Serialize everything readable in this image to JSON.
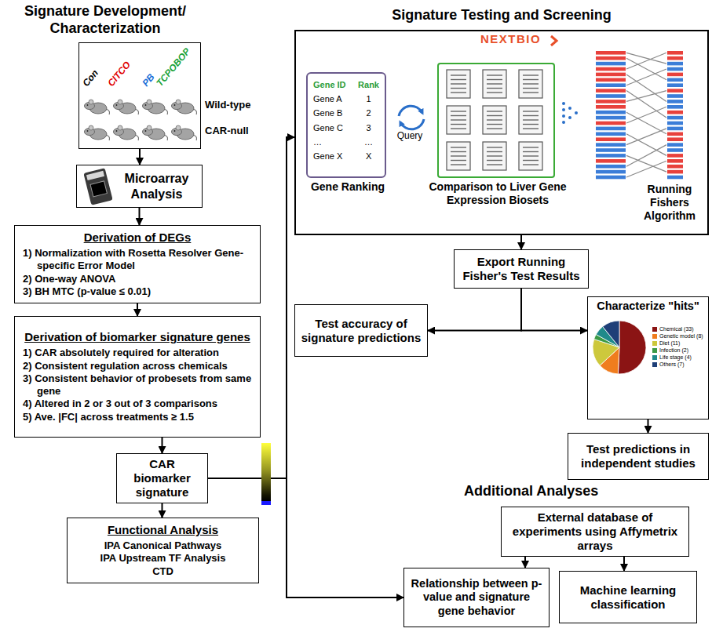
{
  "diagram": {
    "nodes": [
      {
        "text": [
          "Signature Development/ Characterization",
          "Con",
          "CITCO",
          "PB",
          "TCPOBOP",
          "Wild-type",
          "CAR-null"
        ]
      },
      {
        "text": [
          "Microarray Analysis"
        ]
      },
      {
        "text": [
          "Derivation of DEGs",
          "1) Normalization with Rosetta Resolver Gene-specific Error Model",
          "2) One-way ANOVA",
          "3) BH MTC (p-value ≤ 0.01)"
        ]
      },
      {
        "text": [
          "Derivation of biomarker signature genes",
          "1) CAR absolutely required for alteration",
          "2) Consistent regulation across chemicals",
          "3) Consistent behavior of probesets from same gene",
          "4) Altered in 2 or 3 out of 3 comparisons",
          "5) Ave. |FC| across treatments ≥ 1.5"
        ]
      },
      {
        "text": [
          "CAR biomarker signature"
        ]
      },
      {
        "text": [
          "Functional Analysis",
          "IPA Canonical Pathways",
          "IPA Upstream TF Analysis",
          "CTD"
        ]
      },
      {
        "text": [
          "Signature Testing and Screening"
        ]
      },
      {
        "text": [
          "Gene ID",
          "Rank",
          "Gene A",
          "1",
          "Gene B",
          "2",
          "Gene C",
          "3",
          "…",
          "…",
          "Gene X",
          "X",
          "Gene Ranking"
        ],
        "in": 6
      },
      {
        "text": [
          "Comparison to Liver Gene Expression Biosets"
        ],
        "in": 6
      },
      {
        "text": [
          "Export Running Fisher's Test Results"
        ]
      },
      {
        "text": [
          "Test accuracy of signature predictions"
        ]
      },
      {
        "text": [
          "Characterize \"hits\""
        ]
      },
      {
        "text": [
          "Test predictions in independent studies"
        ]
      },
      {
        "text": [
          "Additional Analyses",
          "External database of experiments using Affymetrix arrays"
        ]
      },
      {
        "text": [
          "Relationship between p-value and signature gene behavior"
        ]
      },
      {
        "text": [
          "Machine learning classification"
        ]
      }
    ],
    "edges": [
      {
        "from": 0,
        "to": 1,
        "arrow": "to"
      },
      {
        "from": 1,
        "to": 2,
        "arrow": "to"
      },
      {
        "from": 2,
        "to": 3,
        "arrow": "to"
      },
      {
        "from": 3,
        "to": 4,
        "arrow": "to"
      },
      {
        "from": 4,
        "to": 5,
        "arrow": "to"
      },
      {
        "from": 4,
        "to": 6,
        "arrow": "to"
      },
      {
        "from": 4,
        "to": 14,
        "arrow": "to"
      },
      {
        "from": 6,
        "to": 9,
        "arrow": "to"
      },
      {
        "from": 9,
        "to": 10,
        "arrow": "to"
      },
      {
        "from": 9,
        "to": 11,
        "arrow": "to"
      },
      {
        "from": 11,
        "to": 12,
        "arrow": "to"
      },
      {
        "from": 13,
        "to": 14,
        "arrow": "to"
      },
      {
        "from": 13,
        "to": 15,
        "arrow": "to"
      }
    ],
    "labels": [
      "NEXTBIO",
      "Query",
      "Running Fishers Algorithm"
    ],
    "legend": [
      {
        "text": "Chemical (33)",
        "color": "#8b1414"
      },
      {
        "text": "Genetic model (8)",
        "color": "#f07d1e"
      },
      {
        "text": "Diet (11)",
        "color": "#cdc83c"
      },
      {
        "text": "Infection (2)",
        "color": "#3c9a46"
      },
      {
        "text": "Life stage (4)",
        "color": "#1f8a8a"
      },
      {
        "text": "Others (7)",
        "color": "#1f3f78"
      }
    ]
  }
}
